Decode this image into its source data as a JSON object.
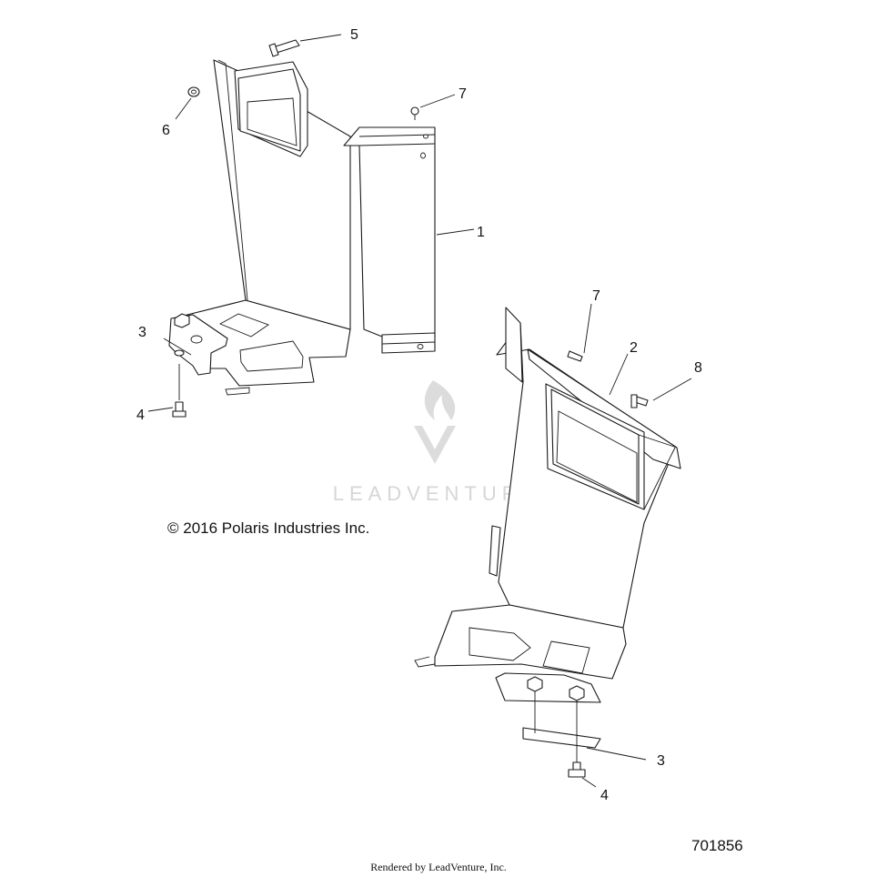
{
  "callouts": {
    "c1": "1",
    "c2": "2",
    "c3a": "3",
    "c3b": "3",
    "c4a": "4",
    "c4b": "4",
    "c5": "5",
    "c6": "6",
    "c7a": "7",
    "c7b": "7",
    "c8": "8"
  },
  "copyright": "© 2016 Polaris Industries Inc.",
  "drawing_number": "701856",
  "watermark": {
    "text": "LEADVENTURE",
    "color": "#d6d6d6"
  },
  "footer": "Rendered by LeadVenture, Inc.",
  "colors": {
    "line": "#1a1a1a",
    "background": "#ffffff"
  }
}
